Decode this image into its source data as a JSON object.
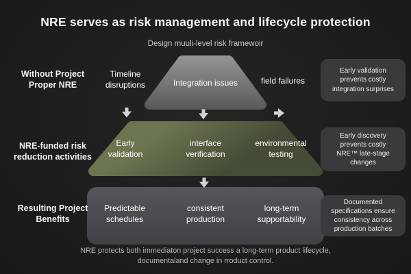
{
  "title": "NRE serves as risk management and lifecycle protection",
  "subtitle": "Design muuli-level risk framewoir",
  "rows": [
    {
      "label": "Without Project\nProper NRE",
      "items": [
        "Timeline\ndisruptions",
        "Integration issues",
        "field failures"
      ],
      "callout": "Early validation\nprevents costly\nintegration surprises"
    },
    {
      "label": "NRE-funded risk\nreduction activities",
      "items": [
        "Early\nvalidation",
        "interface\nverification",
        "environmental\ntesting"
      ],
      "callout": "Early discovery\nprevents costly\nNRE™ late-stage\nchanges"
    },
    {
      "label": "Resulting Project\nBenefits",
      "items": [
        "Predictable\nschedules",
        "consistent\nproduction",
        "long-term\nsupportability"
      ],
      "callout": "Documented\nspecifications ensure\nconsistency across\nproduction batches"
    }
  ],
  "footer": "NRE protects both immediaton project success a long-term product lifecycle,\ndocumentaland change in rroduct control.",
  "icons": [
    "arrow-down-icon",
    "arrow-down-icon",
    "arrow-right-icon",
    "arrow-down-icon"
  ],
  "colors": {
    "background": "#1d1e1e",
    "callout_bg": "#3a3a3c",
    "text_primary": "#f2f2f2",
    "text_secondary": "#c7c7c7",
    "arrow": "#d2d2d2",
    "top_band_light": "#979797",
    "top_band_dark": "#565656",
    "green_band_light": "#6b7550",
    "green_band_dark": "#454c36",
    "bottom_band_light": "#54565a",
    "bottom_band_dark": "#3f4144"
  }
}
